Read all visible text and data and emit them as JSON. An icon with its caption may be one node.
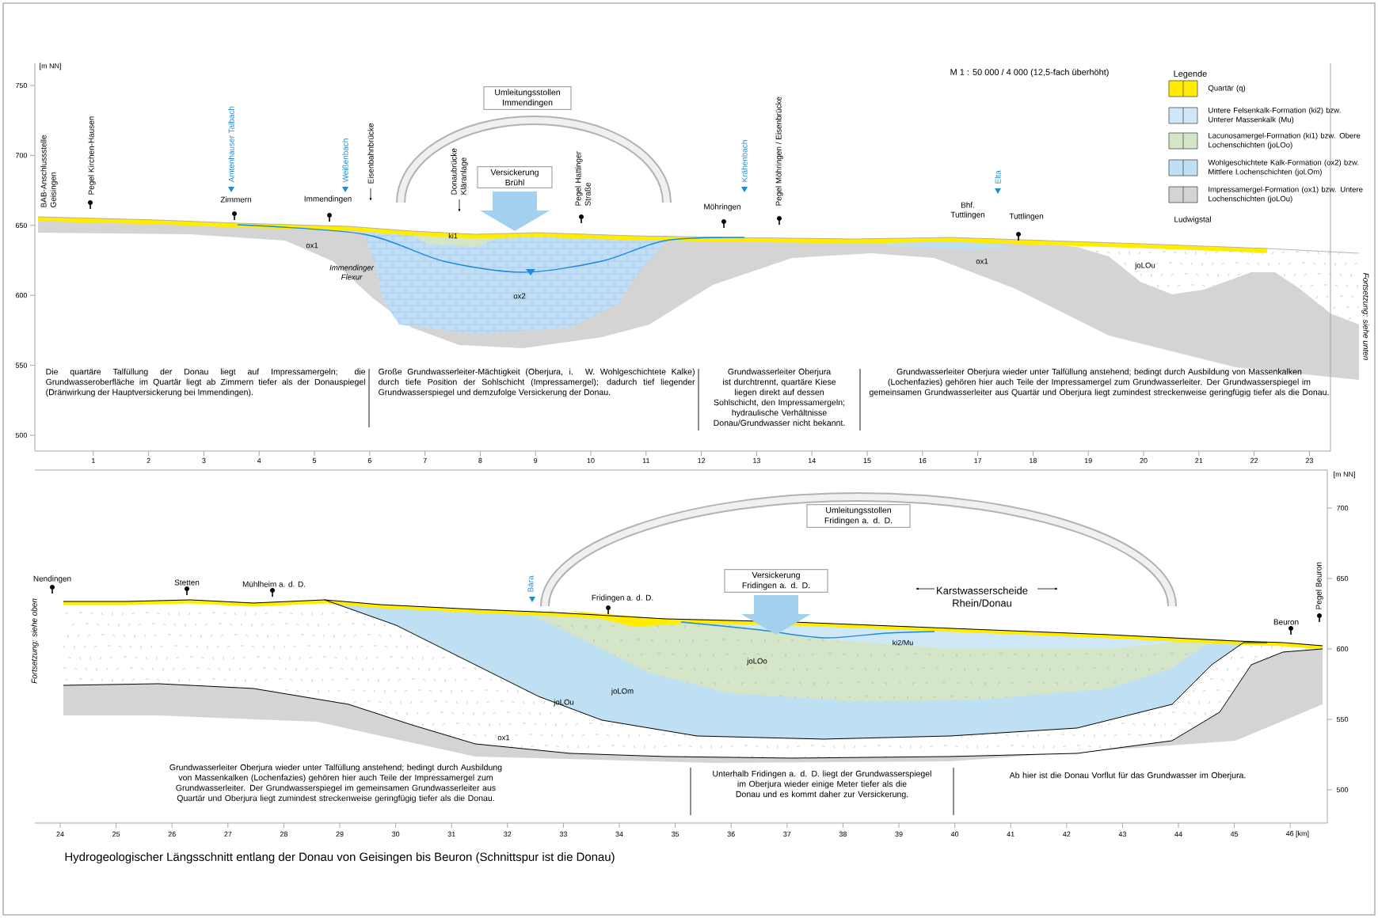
{
  "diagram": {
    "caption": "Hydrogeologischer Längsschnitt entlang der Donau von Geisingen bis Beuron (Schnittspur ist die Donau)",
    "nodes": [
      {
        "text": [
          "Umleitungsstollen Immendingen"
        ]
      },
      {
        "text": [
          "Versickerung Brühl"
        ]
      },
      {
        "text": [
          "Umleitungsstollen Fridingen a. d. D."
        ]
      },
      {
        "text": [
          "Versickerung Fridingen a. d. D."
        ]
      }
    ],
    "labels": [
      "[m NN]",
      "M 1 : 50 000 / 4 000 (12,5-fach überhöht)",
      "Legende",
      "750",
      "700",
      "650",
      "600",
      "550",
      "500",
      "BAB-Anschlussstelle Geisingen",
      "Pegel Kirchen-Hausen",
      "Amtenhauser Talbach",
      "Zimmern",
      "Weißenbach",
      "Immendingen",
      "Eisenbahnbrücke",
      "Donaubrücke Kläranlage",
      "Pegel Hattinger Straße",
      "Möhringen",
      "Krähenbach",
      "Pegel Möhringen / Eisenbrücke",
      "Elta",
      "Bhf. Tuttlingen",
      "Tuttlingen",
      "Ludwigstal",
      "Fortsetzung: siehe unten",
      "ki1",
      "ox1",
      "Immendinger Flexur",
      "ox2",
      "ox1",
      "joLOu",
      "Die quartäre Talfüllung der Donau liegt auf Impressamergeln; die Grundwasseroberfläche im Quartär liegt ab Zimmern tiefer als der Donauspiegel (Dränwirkung der Hauptversickerung bei Immendingen).",
      "Große Grundwasserleiter-Mächtigkeit (Oberjura, i. W. Wohlgeschichtete Kalke) durch tiefe Position der Sohlschicht (Impressamergel); dadurch tief liegender Grundwasserspiegel und demzufolge Versickerung der Donau.",
      "Grundwasserleiter Oberjura ist durchtrennt, quartäre Kiese liegen direkt auf dessen Sohlschicht, den Impressamergeln; hydraulische Verhältnisse Donau/Grundwasser nicht bekannt.",
      "Grundwasserleiter Oberjura wieder unter Talfüllung anstehend; bedingt durch Ausbildung von Massenkalken (Lochenfazies) gehören hier auch Teile der Impressamergel zum Grundwasserleiter. Der Grundwasserspiegel im gemeinsamen Grundwasserleiter aus Quartär und Oberjura liegt zumindest streckenweise geringfügig tiefer als die Donau.",
      "1",
      "2",
      "3",
      "4",
      "5",
      "6",
      "7",
      "8",
      "9",
      "10",
      "11",
      "12",
      "13",
      "14",
      "15",
      "16",
      "17",
      "18",
      "19",
      "20",
      "21",
      "22",
      "23",
      "[m NN]",
      "700",
      "650",
      "600",
      "550",
      "500",
      "Fortsetzung: siehe oben",
      "Nendingen",
      "Stetten",
      "Mühlheim a. d. D.",
      "Bära",
      "Fridingen a. d. D.",
      "Karstwasserscheide Rhein/Donau",
      "Pegel Beuron",
      "Beuron",
      "ki2/Mu",
      "joLOo",
      "joLOm",
      "joLOu",
      "ox1",
      "Grundwasserleiter Oberjura wieder unter Talfüllung anstehend; bedingt durch Ausbildung von Massenkalken (Lochenfazies) gehören hier auch Teile der Impressamergel zum Grundwasserleiter. Der Grundwasserspiegel im gemeinsamen Grundwasserleiter aus Quartär und Oberjura liegt zumindest streckenweise geringfügig tiefer als die Donau.",
      "Unterhalb Fridingen a. d. D. liegt der Grundwasserspiegel im Oberjura wieder einige Meter tiefer als die Donau und es kommt daher zur Versickerung.",
      "Ab hier ist die Donau Vorflut für das Grundwasser im Oberjura.",
      "24",
      "25",
      "26",
      "27",
      "28",
      "29",
      "30",
      "31",
      "32",
      "33",
      "34",
      "35",
      "36",
      "37",
      "38",
      "39",
      "40",
      "41",
      "42",
      "43",
      "44",
      "45",
      "46 [km]"
    ],
    "legend": [
      {
        "text": "Quartär (q)",
        "color": "#ffec00"
      },
      {
        "text": "Untere Felsenkalk-Formation (ki2) bzw. Unterer Massenkalk (Mu)",
        "color": "#cfe8f7"
      },
      {
        "text": "Lacunosamergel-Formation (ki1) bzw. Obere Lochenschichten (joLOo)",
        "color": "#d5e6c8"
      },
      {
        "text": "Wohlgeschichtete Kalk-Formation (ox2) bzw. Mittlere Lochenschichten (joLOm)",
        "color": "#bfe0f3"
      },
      {
        "text": "Impressamergel-Formation (ox1) bzw. Untere Lochenschichten (joLOu)",
        "color": "#d4d4d4"
      }
    ]
  }
}
